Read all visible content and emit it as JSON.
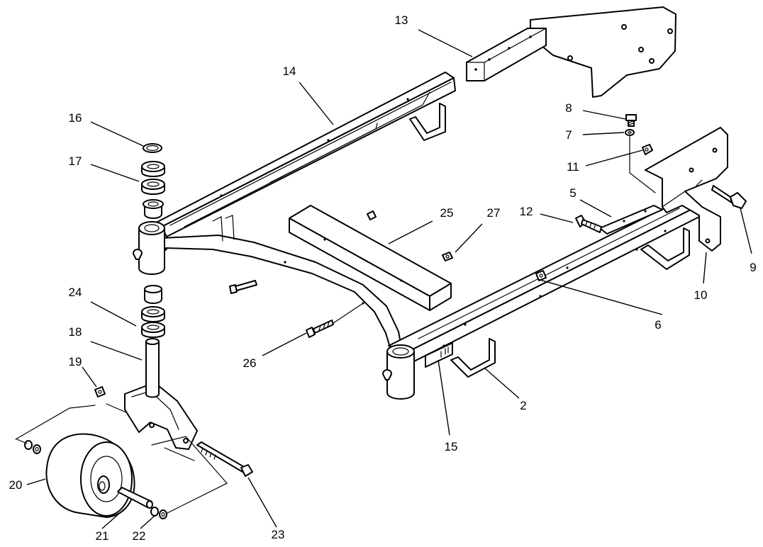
{
  "callouts": [
    {
      "id": "c2",
      "text": "2"
    },
    {
      "id": "c5",
      "text": "5"
    },
    {
      "id": "c6",
      "text": "6"
    },
    {
      "id": "c7",
      "text": "7"
    },
    {
      "id": "c8",
      "text": "8"
    },
    {
      "id": "c9",
      "text": "9"
    },
    {
      "id": "c10",
      "text": "10"
    },
    {
      "id": "c11",
      "text": "11"
    },
    {
      "id": "c12",
      "text": "12"
    },
    {
      "id": "c13",
      "text": "13"
    },
    {
      "id": "c14",
      "text": "14"
    },
    {
      "id": "c15",
      "text": "15"
    },
    {
      "id": "c16",
      "text": "16"
    },
    {
      "id": "c17",
      "text": "17"
    },
    {
      "id": "c18",
      "text": "18"
    },
    {
      "id": "c19",
      "text": "19"
    },
    {
      "id": "c20",
      "text": "20"
    },
    {
      "id": "c21",
      "text": "21"
    },
    {
      "id": "c22",
      "text": "22"
    },
    {
      "id": "c23",
      "text": "23"
    },
    {
      "id": "c24",
      "text": "24"
    },
    {
      "id": "c25",
      "text": "25"
    },
    {
      "id": "c26",
      "text": "26"
    },
    {
      "id": "c27",
      "text": "27"
    }
  ],
  "colors": {
    "line": "#000000",
    "background": "#ffffff"
  }
}
